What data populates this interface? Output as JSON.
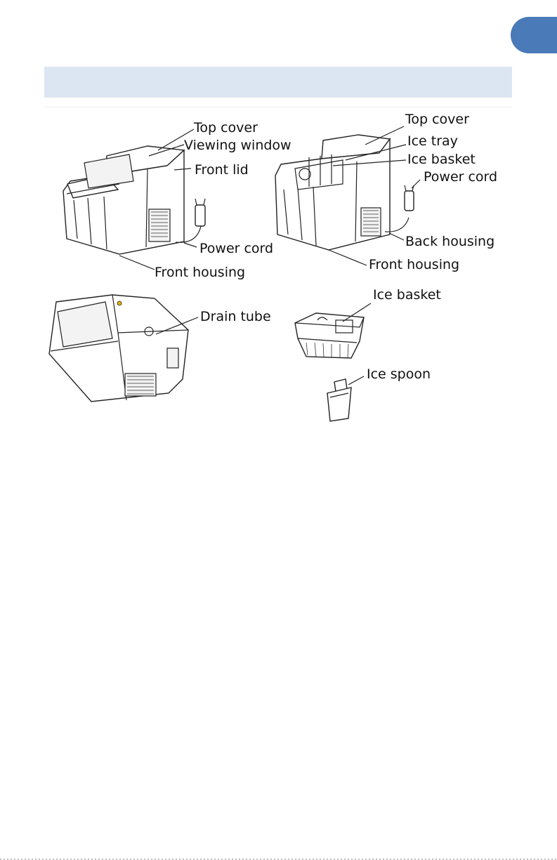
{
  "diagram1": {
    "top_cover": "Top cover",
    "viewing_window": "Viewing window",
    "front_lid": "Front lid",
    "power_cord": "Power cord",
    "front_housing": "Front housing"
  },
  "diagram2": {
    "top_cover": "Top cover",
    "ice_tray": "Ice tray",
    "ice_basket": "Ice basket",
    "power_cord": "Power cord",
    "back_housing": "Back housing",
    "front_housing": "Front housing"
  },
  "diagram3": {
    "drain_tube": "Drain tube"
  },
  "accessories": {
    "ice_basket": "Ice basket",
    "ice_spoon": "Ice spoon"
  },
  "colors": {
    "page_tab": "#4a7ab8",
    "section_bar": "#dce6f2"
  }
}
